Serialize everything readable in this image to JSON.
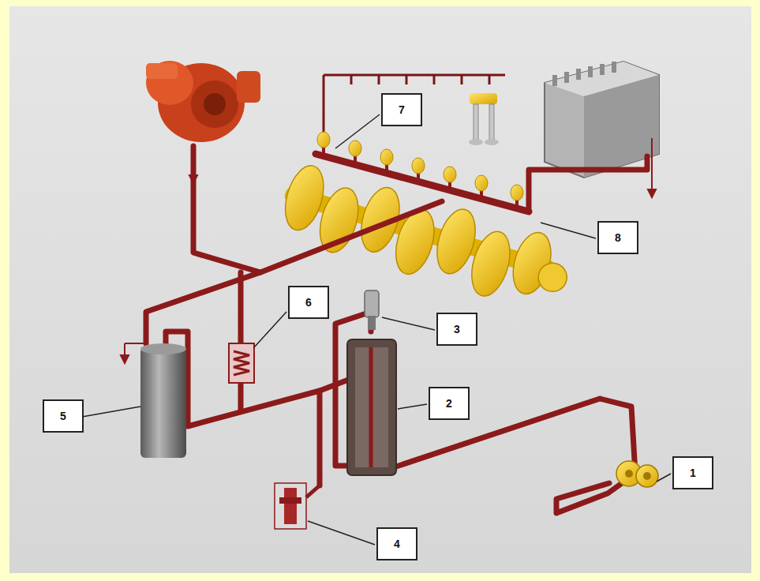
{
  "diagram": {
    "nodes": [
      {
        "text": [
          "7"
        ]
      },
      {
        "text": [
          "8"
        ]
      },
      {
        "text": [
          "6"
        ]
      },
      {
        "text": [
          "3"
        ]
      },
      {
        "text": [
          "2"
        ]
      },
      {
        "text": [
          "5"
        ]
      },
      {
        "text": [
          "1"
        ]
      },
      {
        "text": [
          "4"
        ]
      }
    ]
  }
}
